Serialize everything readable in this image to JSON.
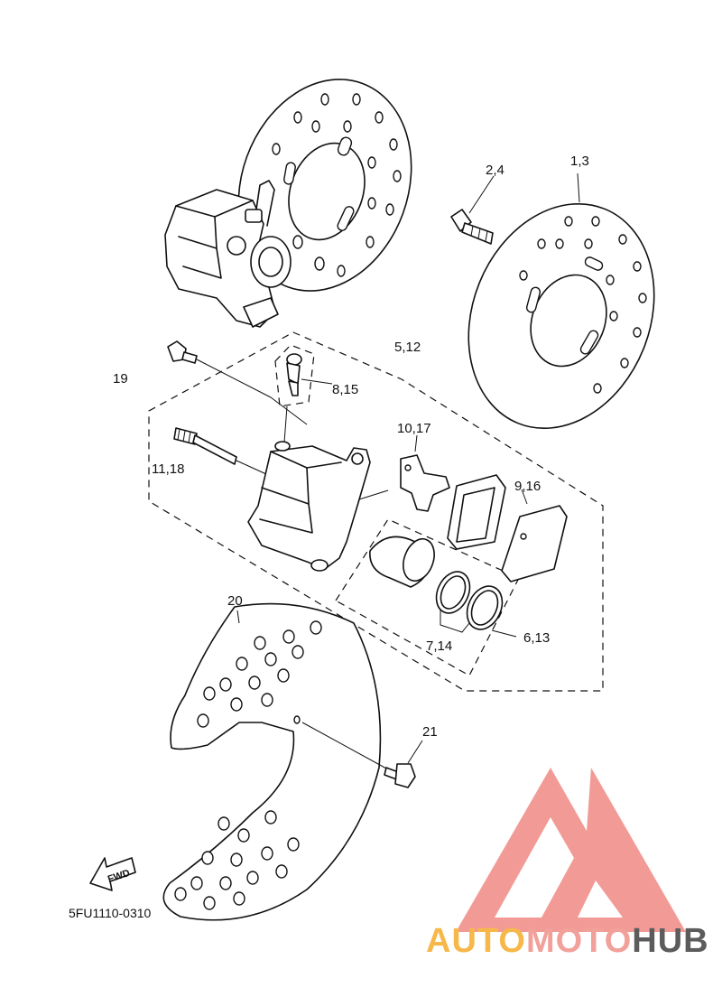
{
  "callouts": [
    {
      "id": "c13",
      "text": "1,3"
    },
    {
      "id": "c24",
      "text": "2,4"
    },
    {
      "id": "c512",
      "text": "5,12"
    },
    {
      "id": "c19",
      "text": "19"
    },
    {
      "id": "c815",
      "text": "8,15"
    },
    {
      "id": "c1017",
      "text": "10,17"
    },
    {
      "id": "c1118",
      "text": "11,18"
    },
    {
      "id": "c916",
      "text": "9,16"
    },
    {
      "id": "c20",
      "text": "20"
    },
    {
      "id": "c714",
      "text": "7,14"
    },
    {
      "id": "c613",
      "text": "6,13"
    },
    {
      "id": "c21",
      "text": "21"
    }
  ],
  "fwd_label": "FWD",
  "diagram_code": "5FU1110-0310",
  "watermark": {
    "text_a": "AUTO",
    "text_b": "MOTO",
    "text_c": "HUB",
    "color_a": "#f7b84a",
    "color_b": "#f2a09a",
    "color_c": "#5c5c5c",
    "logo_color": "#f08a84"
  }
}
